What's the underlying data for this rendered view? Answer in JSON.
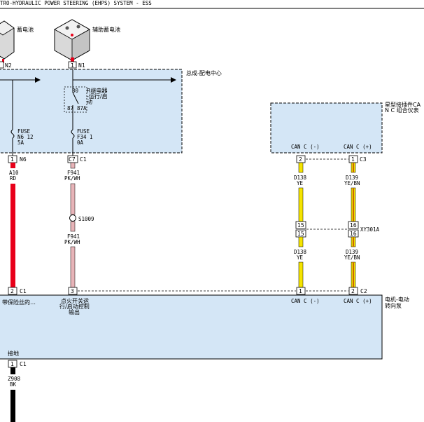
{
  "header": {
    "title": "TRO-HYDRAULIC POWER STEERING (EHPS) SYSTEM - ESS"
  },
  "batteries": {
    "main": {
      "label": "蓄电池",
      "connector": "N2"
    },
    "aux": {
      "label": "辅助蓄电池",
      "pin": "1",
      "connector": "N1"
    }
  },
  "pdc": {
    "label": "总成-配电中心",
    "relay": {
      "pin_a": "30",
      "pin_b": "87",
      "pin_c": "87A",
      "label_1": "R继电器",
      "label_2": "-运行/启",
      "label_3": "动"
    },
    "fuse_left": {
      "l1": "FUSE",
      "l2": "N6 12",
      "l3": "5A",
      "pin": "1",
      "connector": "N6"
    },
    "fuse_right": {
      "l1": "FUSE",
      "l2": "F34 1",
      "l3": "0A",
      "pin": "C7",
      "connector": "C1"
    }
  },
  "star_connector": {
    "label_1": "星型接插件CA",
    "label_2": "N C 组合仪表",
    "pin_left_label": "CAN C (-)",
    "pin_right_label": "CAN C (+)",
    "pin_left": "2",
    "pin_right": "1",
    "connector": "C3"
  },
  "wires": {
    "a10": {
      "id": "A10",
      "color": "RD"
    },
    "f941_top": {
      "id": "F941",
      "color": "PK/WH"
    },
    "splice": "S1009",
    "f941_bot": {
      "id": "F941",
      "color": "PK/WH"
    },
    "d138_top": {
      "id": "D138",
      "color": "YE"
    },
    "d139_top": {
      "id": "D139",
      "color": "YE/BN"
    },
    "d138_bot": {
      "id": "D138",
      "color": "YE"
    },
    "d139_bot": {
      "id": "D139",
      "color": "YE/BN"
    },
    "z908": {
      "id": "Z908",
      "color": "BK"
    }
  },
  "inline_connector": {
    "pin_left": "15",
    "pin_right": "16",
    "name": "XY301A"
  },
  "module": {
    "label_1": "电机-电动",
    "label_2": "转向泵",
    "pin_fused": "2",
    "conn_fused": "C1",
    "fused_label": "带保险丝的…",
    "pin_ign": "3",
    "ign_label_1": "点火开关运",
    "ign_label_2": "行/启动控制",
    "ign_label_3": "输出",
    "pin_can_l": "1",
    "pin_can_h": "2",
    "conn_can": "C2",
    "can_l_label": "CAN C (-)",
    "can_h_label": "CAN C (+)",
    "ground_label": "接地",
    "pin_ground": "1",
    "conn_ground": "C1"
  },
  "colors": {
    "box_fill": "#d4e6f6",
    "red": "#e8001a",
    "yellow": "#f5e400",
    "pink": "#e7b4b8",
    "orange": "#c76a00"
  }
}
